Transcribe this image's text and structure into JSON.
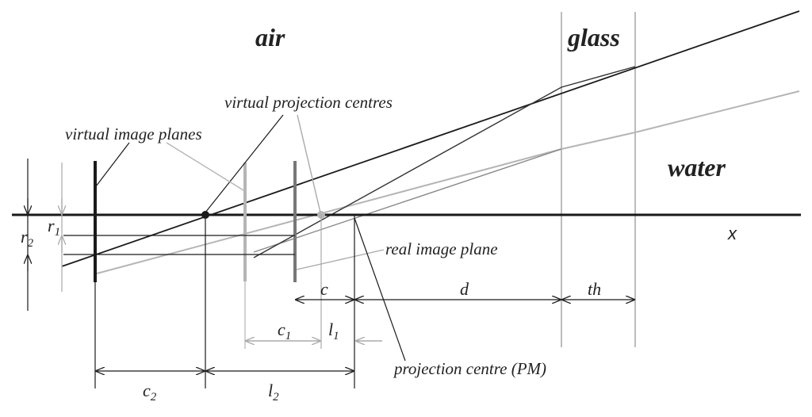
{
  "regions": {
    "air": "air",
    "glass": "glass",
    "water": "water"
  },
  "annotations": {
    "virtual_projection_centres": "virtual projection centres",
    "virtual_image_planes": "virtual image planes",
    "real_image_plane": "real image plane",
    "projection_centre": "projection centre (PM)"
  },
  "axis": {
    "x": "x"
  },
  "dimensions": {
    "r1": {
      "base": "r",
      "sub": "1"
    },
    "r2": {
      "base": "r",
      "sub": "2"
    },
    "c": "c",
    "d": "d",
    "th": "th",
    "c1": {
      "base": "c",
      "sub": "1"
    },
    "l1": {
      "base": "l",
      "sub": "1"
    },
    "c2": {
      "base": "c",
      "sub": "2"
    },
    "l2": {
      "base": "l",
      "sub": "2"
    }
  },
  "colors": {
    "dark": "#1a1a1a",
    "mid": "#777777",
    "light": "#b5b5b5"
  }
}
